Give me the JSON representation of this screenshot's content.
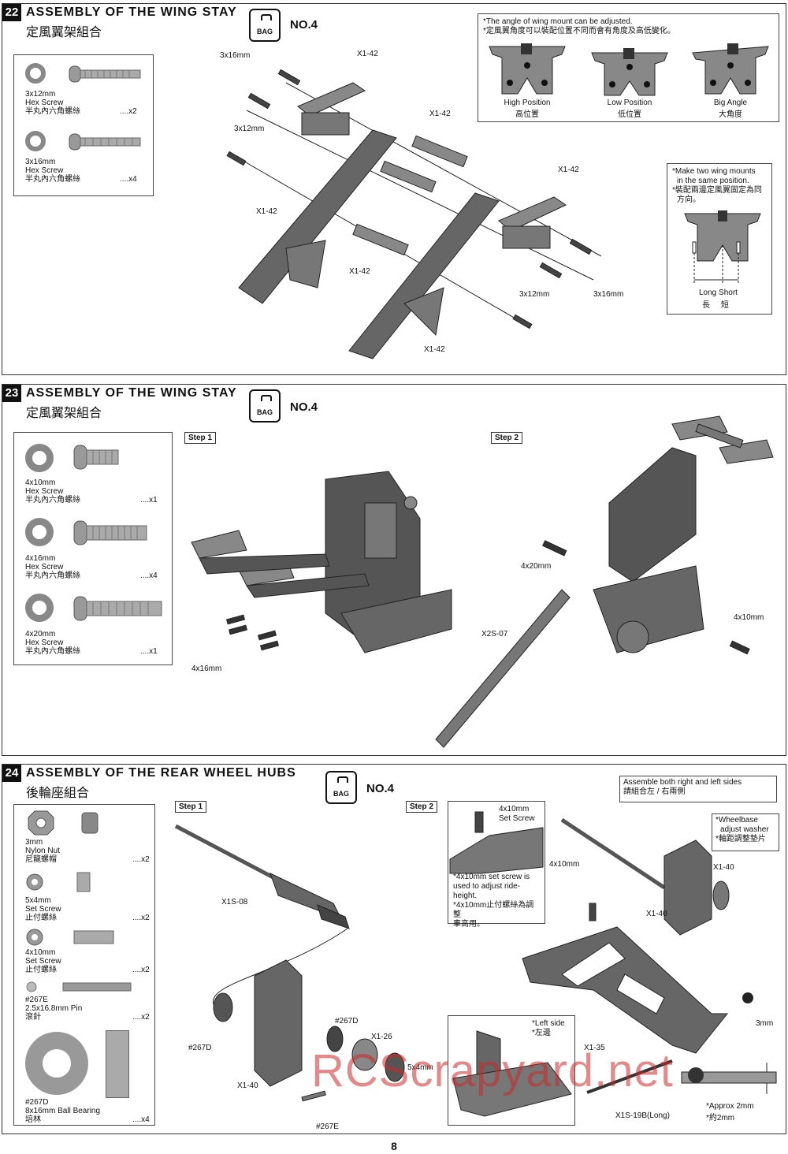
{
  "sections": [
    {
      "number": "22",
      "title": "ASSEMBLY OF THE WING STAY",
      "subtitle": "定風翼架組合",
      "bag_icon_text": "BAG",
      "bag_label": "NO.4",
      "parts": [
        {
          "size": "3x12mm",
          "name": "Hex Screw",
          "name_cn": "半丸內六角螺絲",
          "qty": "....x2"
        },
        {
          "size": "3x16mm",
          "name": "Hex Screw",
          "name_cn": "半丸內六角螺絲",
          "qty": "....x4"
        }
      ],
      "labels": [
        "3x16mm",
        "X1-42",
        "X1-42",
        "3x12mm",
        "X1-42",
        "X1-42",
        "X1-42",
        "X1-42",
        "3x12mm",
        "3x16mm"
      ],
      "angle_note": {
        "text": "*The angle of wing mount can be adjusted.",
        "text_cn": "*定風翼角度可以裝配位置不同而會有角度及高低變化。",
        "positions": [
          {
            "label": "High Position",
            "label_cn": "高位置"
          },
          {
            "label": "Low Position",
            "label_cn": "低位置"
          },
          {
            "label": "Big Angle",
            "label_cn": "大角度"
          }
        ]
      },
      "mount_note": {
        "line1": "*Make two wing mounts",
        "line2": "in the same position.",
        "line3": "*裝配兩邊定風翼固定為同",
        "line4": "方向。",
        "long": "Long",
        "short": "Short",
        "long_cn": "長",
        "short_cn": "短"
      }
    },
    {
      "number": "23",
      "title": "ASSEMBLY OF THE WING STAY",
      "subtitle": "定風翼架組合",
      "bag_icon_text": "BAG",
      "bag_label": "NO.4",
      "parts": [
        {
          "size": "4x10mm",
          "name": "Hex Screw",
          "name_cn": "半丸內六角螺絲",
          "qty": "....x1"
        },
        {
          "size": "4x16mm",
          "name": "Hex Screw",
          "name_cn": "半丸內六角螺絲",
          "qty": "....x4"
        },
        {
          "size": "4x20mm",
          "name": "Hex Screw",
          "name_cn": "半丸內六角螺絲",
          "qty": "....x1"
        }
      ],
      "step1": "Step 1",
      "step2": "Step 2",
      "labels": [
        "4x16mm",
        "4x20mm",
        "X2S-07",
        "4x10mm"
      ]
    },
    {
      "number": "24",
      "title": "ASSEMBLY OF THE REAR WHEEL HUBS",
      "subtitle": "後輪座組合",
      "bag_icon_text": "BAG",
      "bag_label": "NO.4",
      "parts": [
        {
          "size": "3mm",
          "name": "Nylon Nut",
          "name_cn": "尼龍螺帽",
          "qty": "....x2"
        },
        {
          "size": "5x4mm",
          "name": "Set Screw",
          "name_cn": "止付螺絲",
          "qty": "....x2"
        },
        {
          "size": "4x10mm",
          "name": "Set Screw",
          "name_cn": "止付螺絲",
          "qty": "....x2"
        },
        {
          "size": "#267E",
          "name": "2.5x16.8mm Pin",
          "name_cn": "滾針",
          "qty": "....x2"
        },
        {
          "size": "#267D",
          "name": "8x16mm Ball Bearing",
          "name_cn": "培林",
          "qty": "....x4"
        }
      ],
      "step1": "Step 1",
      "step2": "Step 2",
      "labels1": [
        "X1S-08",
        "#267D",
        "#267D",
        "X1-26",
        "5x4mm",
        "X1-40",
        "#267E"
      ],
      "labels2": [
        "4x10mm",
        "X1-40",
        "X1-40",
        "3mm",
        "X1-35",
        "X1S-19B(Long)"
      ],
      "both_sides": "Assemble both right and left sides",
      "both_sides_cn": "請組合左 / 右兩側",
      "set_screw_box": {
        "size": "4x10mm",
        "name": "Set Screw",
        "note1": "*4x10mm set screw is",
        "note2": "used to adjust ride-",
        "note3": "height.",
        "note4": "*4x10mm止付螺絲為調整",
        "note5": "車高用。"
      },
      "left_side": {
        "label": "*Left side",
        "label_cn": "*左邊"
      },
      "wheelbase": {
        "line1": "*Wheelbase",
        "line2": "adjust washer",
        "line3": "*軸距調整墊片"
      },
      "approx": {
        "label": "*Approx 2mm",
        "label_cn": "*約2mm"
      }
    }
  ],
  "page_number": "8",
  "watermark": "RCScrapyard.net"
}
